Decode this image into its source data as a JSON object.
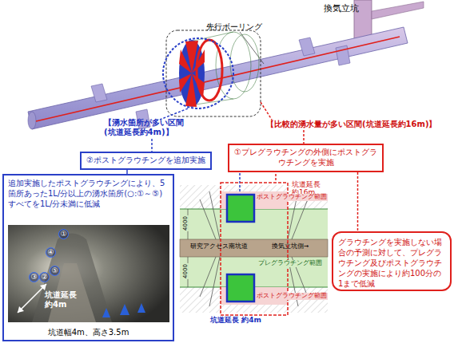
{
  "diagram": {
    "nodes": [
      {
        "text": [
          "②ポストグラウチングを追加実施"
        ]
      },
      {
        "text": [
          "①プレグラウチングの外側にポストグラウチングを実施"
        ]
      },
      {
        "text": [
          "追加実施したポストグラウチングにより、5箇所あった1L/分以上の湧水箇所(○:①～⑤)すべてを1L/分未満に低減",
          "坑道幅4m、高さ3.5m"
        ]
      },
      {
        "text": [
          "グラウチングを実施しない場合の予測に対して、プレグラウチング及びポストグラウチングの実施により約100分の1まで低減"
        ]
      }
    ],
    "edges": [
      {
        "from": 0,
        "to": 2,
        "arrow": "none"
      },
      {
        "from": 1,
        "to": 3,
        "arrow": "none"
      }
    ],
    "labels": [
      "換気立坑",
      "先行ボーリング",
      "【比較的湧水量が多い区間(坑道延長約16m)】",
      "【湧水箇所が多い区間 (坑道延長約4m)】",
      "①",
      "④",
      "③",
      "②",
      "⑤",
      "坑道延長 約4m",
      "坑道延長 約16m",
      "ポストグラウチング範囲",
      "研究アクセス南坑道",
      "換気立坑側→",
      "プレグラウチング範囲",
      "ポストグラウチング範囲",
      "坑道延長 約4m",
      "4000",
      "4000"
    ]
  }
}
